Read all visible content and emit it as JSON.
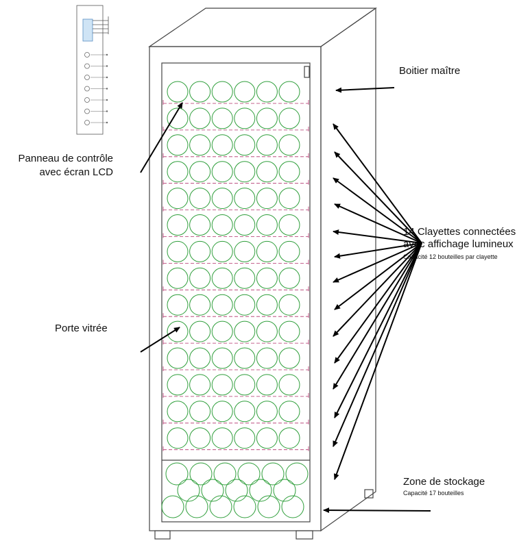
{
  "labels": {
    "housing": "Boitier maître",
    "control_panel_line1": "Panneau de contrôle",
    "control_panel_line2": "avec écran LCD",
    "glass_door": "Porte vitrée",
    "shelves_line1": "14 Clayettes connectées",
    "shelves_line2": "avec affichage lumineux",
    "shelves_sub": "Capacité 12 bouteilles par clayette",
    "storage_title": "Zone de stockage",
    "storage_sub": "Capacité 17 bouteilles"
  },
  "shelves": {
    "count": 14,
    "bottles_per_shelf": 12
  },
  "storage": {
    "bottles": 17
  },
  "colors": {
    "outline": "#444444",
    "bottle": "#2e9e3a",
    "shelf_line": "#b0306a",
    "arrow": "#000000"
  }
}
